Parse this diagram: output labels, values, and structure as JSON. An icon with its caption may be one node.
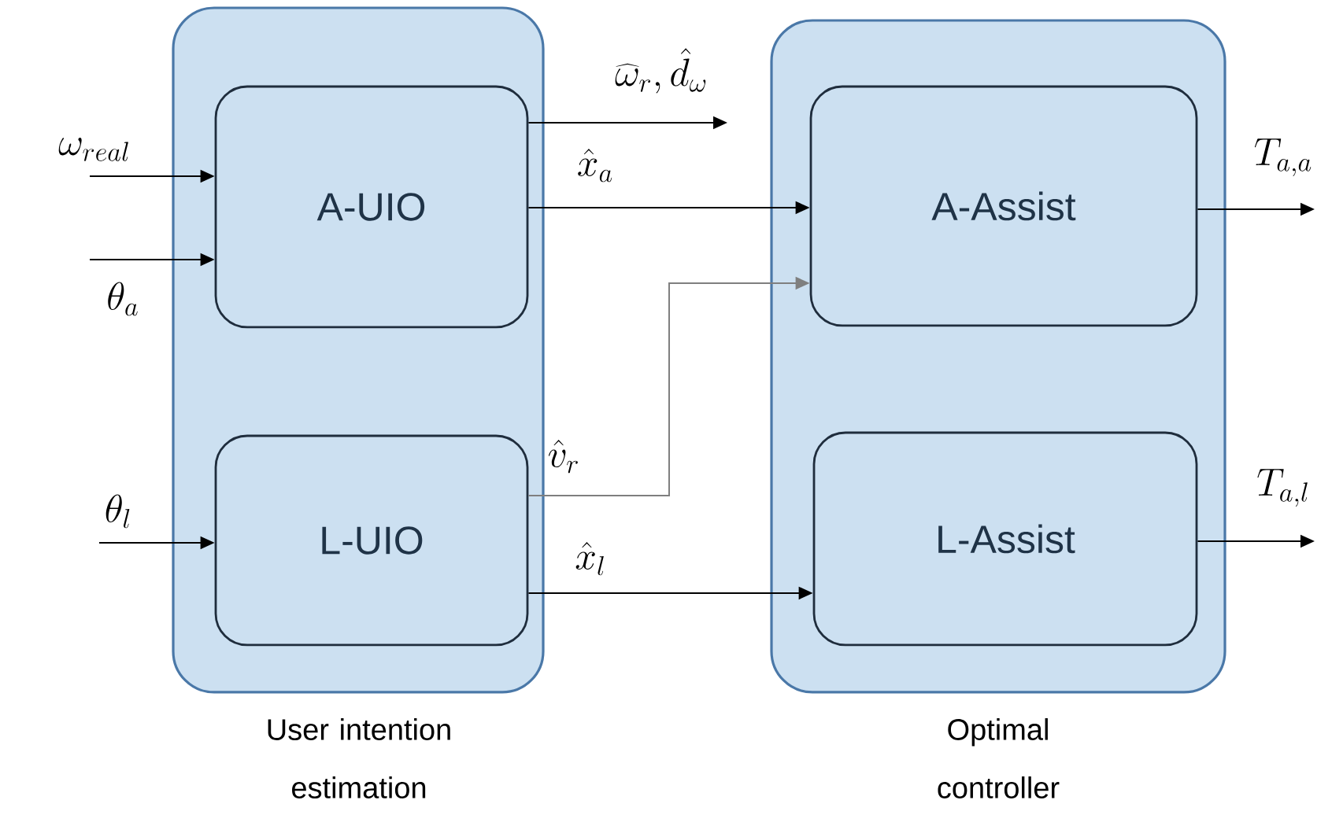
{
  "diagram": {
    "nodes": [
      {
        "text": [
          "User intention estimation"
        ]
      },
      {
        "text": [
          "A-UIO"
        ],
        "in": 0
      },
      {
        "text": [
          "L-UIO"
        ],
        "in": 0
      },
      {
        "text": [
          "Optimal controller"
        ]
      },
      {
        "text": [
          "A-Assist"
        ],
        "in": 3
      },
      {
        "text": [
          "L-Assist"
        ],
        "in": 3
      }
    ],
    "edges": [
      {
        "from": null,
        "to": 1,
        "arrow": "to",
        "label": "\\omega_{real}"
      },
      {
        "from": null,
        "to": 1,
        "arrow": "to",
        "label": "\\theta_a"
      },
      {
        "from": null,
        "to": 2,
        "arrow": "to",
        "label": "\\theta_l"
      },
      {
        "from": 1,
        "to": null,
        "arrow": "to",
        "label": "\\widehat{\\omega}_r, \\hat{d}_\\omega"
      },
      {
        "from": 1,
        "to": 4,
        "arrow": "to",
        "label": "\\hat{x}_a"
      },
      {
        "from": 2,
        "to": 4,
        "arrow": "to",
        "label": "\\hat{v}_r",
        "color": "#7f7f7f"
      },
      {
        "from": 2,
        "to": 5,
        "arrow": "to",
        "label": "\\hat{x}_l"
      },
      {
        "from": 4,
        "to": null,
        "arrow": "to",
        "label": "T_{a,a}"
      },
      {
        "from": 5,
        "to": null,
        "arrow": "to",
        "label": "T_{a,l}"
      }
    ]
  }
}
